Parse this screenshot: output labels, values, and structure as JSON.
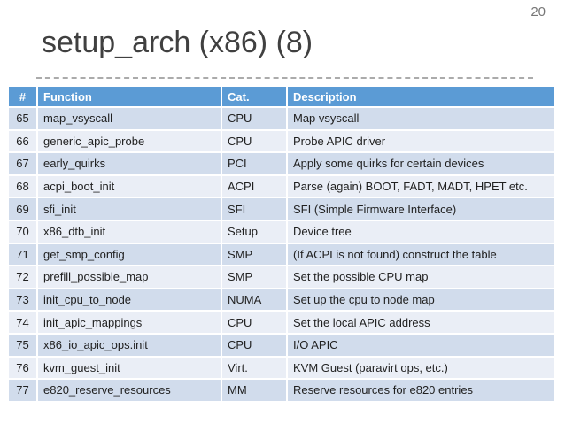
{
  "page": {
    "number": "20",
    "title": "setup_arch (x86) (8)"
  },
  "table": {
    "headers": [
      "#",
      "Function",
      "Cat.",
      "Description"
    ],
    "rows": [
      [
        "65",
        "map_vsyscall",
        "CPU",
        "Map vsyscall"
      ],
      [
        "66",
        "generic_apic_probe",
        "CPU",
        "Probe APIC driver"
      ],
      [
        "67",
        "early_quirks",
        "PCI",
        "Apply some quirks for certain devices"
      ],
      [
        "68",
        "acpi_boot_init",
        "ACPI",
        "Parse (again) BOOT, FADT, MADT, HPET etc."
      ],
      [
        "69",
        "sfi_init",
        "SFI",
        "SFI (Simple Firmware Interface)"
      ],
      [
        "70",
        "x86_dtb_init",
        "Setup",
        "Device tree"
      ],
      [
        "71",
        "get_smp_config",
        "SMP",
        "(If ACPI is not found) construct the table"
      ],
      [
        "72",
        "prefill_possible_map",
        "SMP",
        "Set the possible CPU map"
      ],
      [
        "73",
        "init_cpu_to_node",
        "NUMA",
        "Set up the cpu to node map"
      ],
      [
        "74",
        "init_apic_mappings",
        "CPU",
        "Set the local APIC address"
      ],
      [
        "75",
        "x86_io_apic_ops.init",
        "CPU",
        "I/O APIC"
      ],
      [
        "76",
        "kvm_guest_init",
        "Virt.",
        "KVM Guest (paravirt ops, etc.)"
      ],
      [
        "77",
        "e820_reserve_resources",
        "MM",
        "Reserve resources for e820 entries"
      ]
    ]
  },
  "colors": {
    "header_bg": "#5b9bd5",
    "header_text": "#ffffff",
    "row_odd_bg": "#d1dcec",
    "row_even_bg": "#eaeef6",
    "body_text": "#212121",
    "title_text": "#404040",
    "page_number_text": "#767676",
    "divider": "#ababab"
  }
}
